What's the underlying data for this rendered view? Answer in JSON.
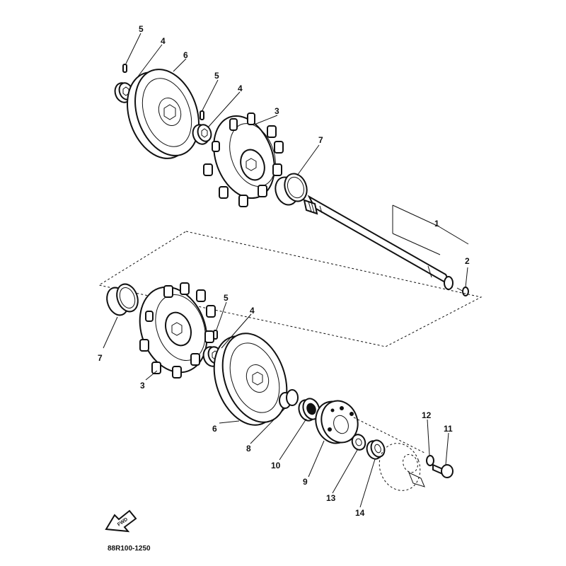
{
  "diagram": {
    "callouts": {
      "c1": "1",
      "c2": "2",
      "c3_top": "3",
      "c3_bottom": "3",
      "c4_top_left": "4",
      "c4_top_mid": "4",
      "c4_bottom": "4",
      "c5_top_left": "5",
      "c5_top_mid": "5",
      "c5_bottom": "5",
      "c6_top": "6",
      "c6_bottom": "6",
      "c7_top": "7",
      "c7_bottom": "7",
      "c8": "8",
      "c9": "9",
      "c10": "10",
      "c11": "11",
      "c12": "12",
      "c13": "13",
      "c14": "14"
    },
    "fwd_label": "FWD",
    "drawing_code": "88R100-1250"
  }
}
